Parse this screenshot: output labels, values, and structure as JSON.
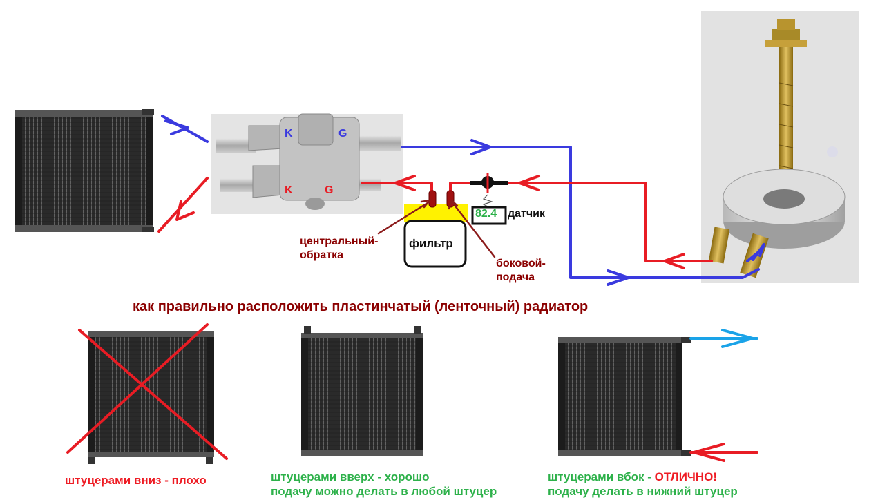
{
  "title": "как правильно расположить пластинчатый (ленточный) радиатор",
  "fitting_labels": {
    "top_left": "K",
    "top_right": "G",
    "bottom_left": "K",
    "bottom_right": "G"
  },
  "sensor": {
    "value": "82.4",
    "label": "датчик"
  },
  "filter_label": "фильтр",
  "central_label": [
    "центральный-",
    "обратка"
  ],
  "side_label": [
    "боковой-",
    "подача"
  ],
  "captions": {
    "bad": {
      "text": "штуцерами вниз - плохо"
    },
    "good": {
      "line1": "штуцерами вверх - хорошо",
      "line2": "подачу можно делать в любой штуцер"
    },
    "excellent": {
      "line1_a": "штуцерами вбок - ",
      "line1_b": "ОТЛИЧНО!",
      "line2": "подачу делать в нижний штуцер"
    }
  },
  "colors": {
    "blue_line": "#3a3adf",
    "red_line": "#e81c24",
    "cyan_arrow": "#1aa3e8",
    "yellow_box": "#fff200",
    "title_color": "#8b0000",
    "good_color": "#2db14a"
  }
}
